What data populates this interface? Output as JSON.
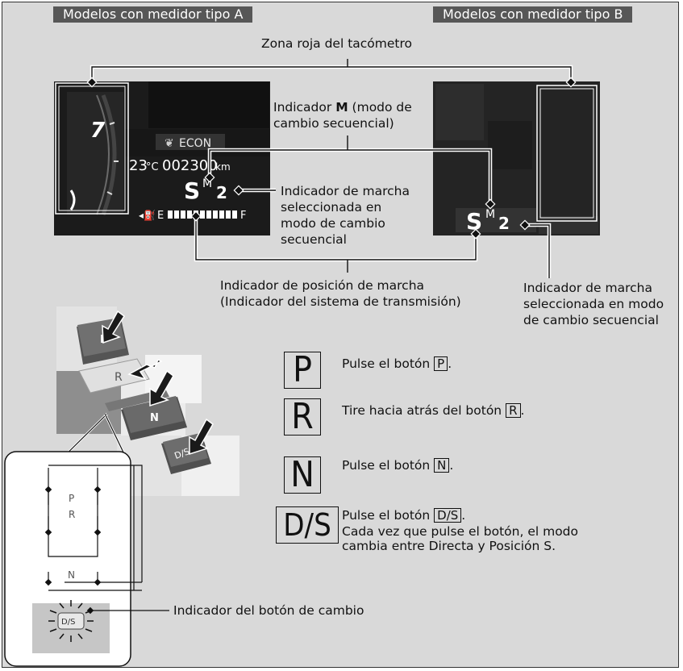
{
  "headers": {
    "meter_a": "Modelos con medidor tipo A",
    "meter_b": "Modelos con medidor tipo B"
  },
  "callouts": {
    "tacho_red_zone": "Zona roja del tacómetro",
    "m_indicator_prefix": "Indicador ",
    "m_indicator_bold": "M",
    "m_indicator_rest": " (modo de",
    "m_indicator_line2": "cambio secuencial)",
    "gear_a_lines": [
      "Indicador de marcha",
      "seleccionada en",
      "modo de cambio",
      "secuencial"
    ],
    "gear_pos_line1": "Indicador de posición de marcha",
    "gear_pos_line2": "(Indicador del sistema de transmisión)",
    "gear_b_lines": [
      "Indicador de marcha",
      "seleccionada en modo",
      "de cambio secuencial"
    ],
    "shift_button_indicator": "Indicador del botón de cambio"
  },
  "display_a": {
    "rpm_digit": "7",
    "econ": "ECON",
    "temp_value": "23",
    "temp_unit": "°C",
    "odometer": "002300",
    "odo_unit": "km",
    "gear_letter": "S",
    "gear_mode": "M",
    "gear_number": "2",
    "fuel_empty": "E",
    "fuel_full": "F"
  },
  "display_b": {
    "gear_letter": "S",
    "gear_mode": "M",
    "gear_number": "2"
  },
  "console": {
    "btn_p": "P",
    "btn_r": "R",
    "btn_n": "N",
    "btn_ds": "D/S"
  },
  "inset": {
    "p": "P",
    "r": "R",
    "n": "N",
    "ds": "D/S"
  },
  "instructions": [
    {
      "symbol": "P",
      "before": "Pulse el botón ",
      "key": "P",
      "after": "."
    },
    {
      "symbol": "R",
      "before": "Tire hacia atrás del botón ",
      "key": "R",
      "after": "."
    },
    {
      "symbol": "N",
      "before": "Pulse el botón ",
      "key": "N",
      "after": "."
    },
    {
      "symbol": "D/S",
      "before": "Pulse el botón ",
      "key": "D/S",
      "after": ".",
      "extra_lines": [
        "Cada vez que pulse el botón, el modo",
        "cambia entre Directa y Posición S."
      ]
    }
  ]
}
